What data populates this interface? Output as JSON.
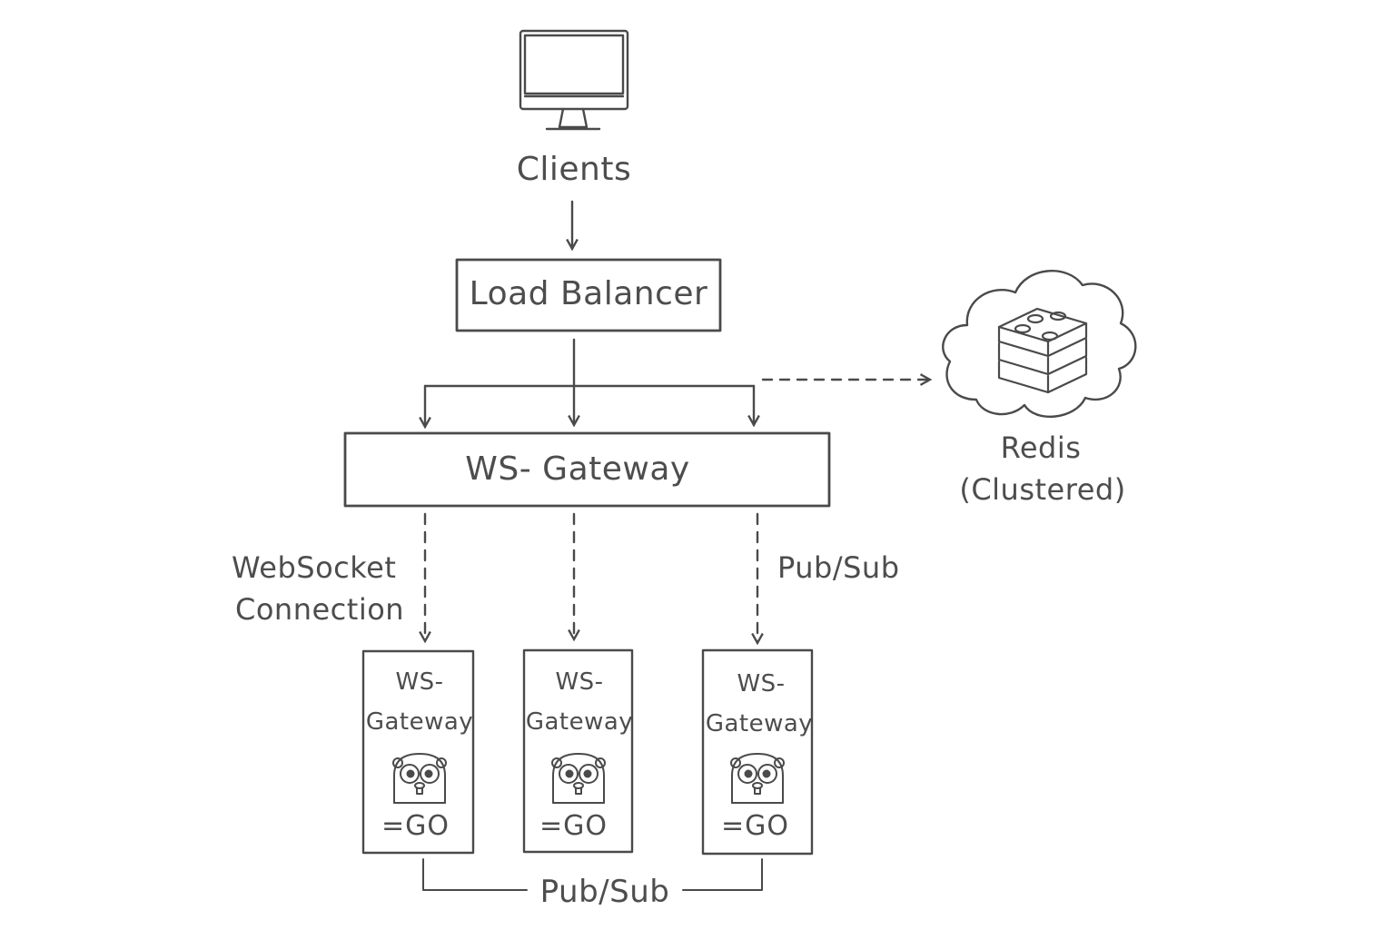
{
  "nodes": {
    "clients": {
      "label": "Clients",
      "icon": "monitor-icon"
    },
    "load_balancer": {
      "label": "Load Balancer"
    },
    "gateway": {
      "label": "WS- Gateway"
    },
    "redis": {
      "label": "Redis",
      "sublabel": "(Clustered)",
      "icon": "redis-stack-icon",
      "container_icon": "cloud-icon"
    },
    "instances": [
      {
        "line1": "WS-",
        "line2": "Gateway",
        "badge": "=GO",
        "icon": "gopher-icon"
      },
      {
        "line1": "WS-",
        "line2": "Gateway",
        "badge": "=GO",
        "icon": "gopher-icon"
      },
      {
        "line1": "WS-",
        "line2": "Gateway",
        "badge": "=GO",
        "icon": "gopher-icon"
      }
    ]
  },
  "edge_labels": {
    "websocket_line1": "WebSocket",
    "websocket_line2": "Connection",
    "pubsub_right": "Pub/Sub",
    "pubsub_bottom": "Pub/Sub"
  },
  "colors": {
    "ink": "#4a4a4a",
    "background": "#ffffff"
  }
}
